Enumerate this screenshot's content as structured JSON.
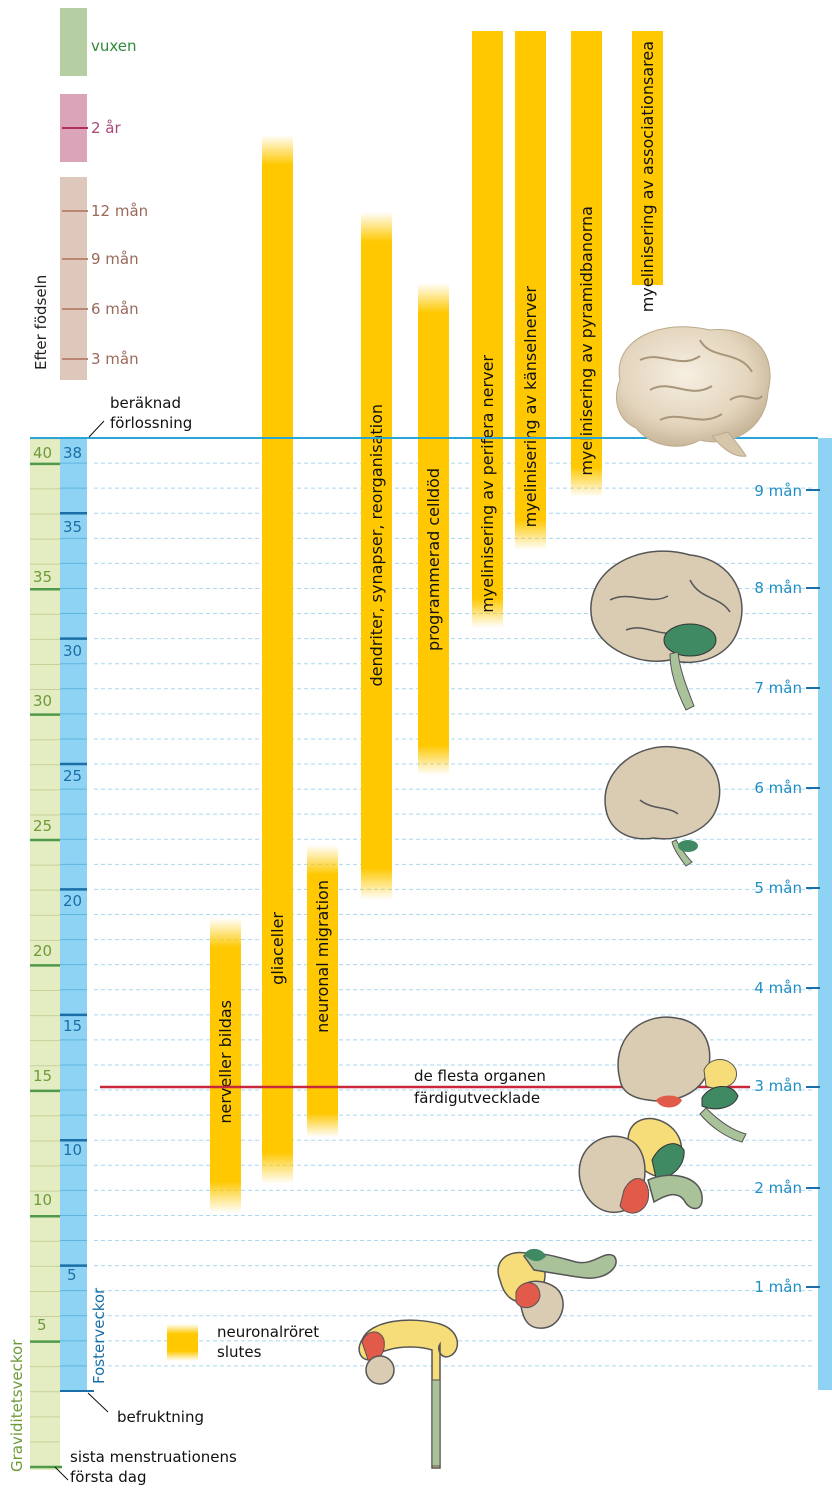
{
  "after_birth": {
    "axis_label": "Efter födseln",
    "adult": "vuxen",
    "two_years": "2 år",
    "months": [
      "12 mån",
      "9 mån",
      "6 mån",
      "3 mån"
    ]
  },
  "milestones": {
    "due_date": [
      "beräknad",
      "förlossning"
    ],
    "organs": [
      "de flesta organen",
      "färdigutvecklade"
    ],
    "fertilization": "befruktning",
    "lmp": [
      "sista menstruationens",
      "första dag"
    ]
  },
  "axes": {
    "gestation_label": "Graviditetsveckor",
    "fetal_label": "Fosterveckor",
    "gestation_ticks": [
      "40",
      "35",
      "30",
      "25",
      "20",
      "15",
      "10",
      "5"
    ],
    "fetal_ticks": [
      "38",
      "35",
      "30",
      "25",
      "20",
      "15",
      "10",
      "5"
    ],
    "month_labels": [
      "9 mån",
      "8 mån",
      "7 mån",
      "6 mån",
      "5 mån",
      "4 mån",
      "3 mån",
      "2 mån",
      "1 mån"
    ]
  },
  "processes": [
    "nerveller bildas",
    "gliaceller",
    "neuronal migration",
    "dendriter, synapser, reorganisation",
    "programmerad celldöd",
    "myelinisering av perifera nerver",
    "myelinisering av känselnerver",
    "myelinisering av pyramidbanorna",
    "myelinisering av associationsarea"
  ],
  "legend": {
    "neural_tube": [
      "neuronalröret",
      "slutes"
    ]
  },
  "colors": {
    "bar": "#ffc800",
    "fetal_axis": "#8fd3f4",
    "gestation_axis": "#e4ecc2",
    "adult_block": "#b6cfa2",
    "two_year_block": "#dba4b9",
    "months_block": "#dec8bc",
    "due_line": "#2aa6d6",
    "organ_line": "#c8283a",
    "month_text": "#1f8fc4",
    "gestation_text": "#6e9a3a"
  }
}
